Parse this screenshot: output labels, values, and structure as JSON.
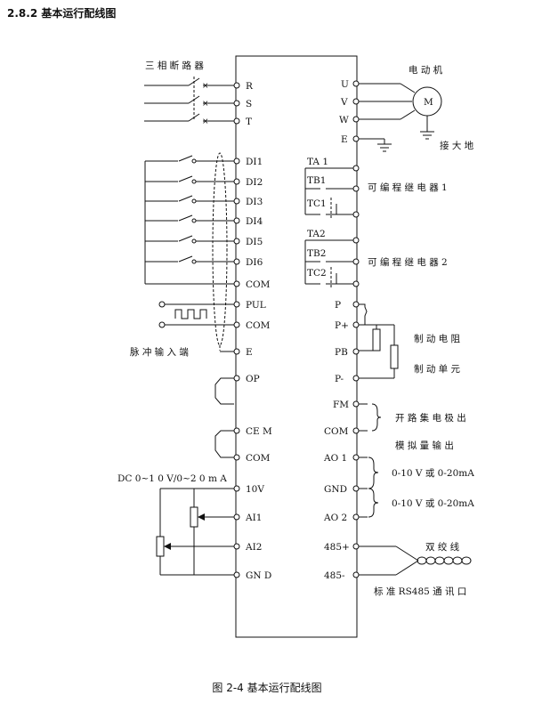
{
  "heading": "2.8.2 基本运行配线图",
  "caption": "图 2-4 基本运行配线图",
  "labels": {
    "breaker": "三 相 断 路 器",
    "motor_label": "电 动 机",
    "motor_symbol": "M",
    "ground": "接 大 地",
    "relay1": "可 编 程 继 电 器  1",
    "relay2": "可 编 程 继 电 器  2",
    "brake_resistor": "制 动 电 阻",
    "brake_unit": "制 动 单 元",
    "open_collector": "开 路 集 电 极 出",
    "analog_out": "模 拟 量 输 出",
    "ao1_range": "0-10 V 或  0-20mA",
    "ao2_range": "0-10 V 或  0-20mA",
    "twisted_pair": "双 绞 线",
    "rs485": "标  准  RS485  通 讯 口",
    "pulse_input": "脉 冲 输 入 端",
    "analog_supply": "DC 0~1 0 V/0~2 0 m A"
  },
  "left_terminals": [
    "R",
    "S",
    "T",
    "DI1",
    "DI2",
    "DI3",
    "DI4",
    "DI5",
    "DI6",
    "COM",
    "PUL",
    "COM",
    "E",
    "OP",
    "CE M",
    "COM",
    "10V",
    "AI1",
    "AI2",
    "GN D"
  ],
  "right_terminals": [
    "U",
    "V",
    "W",
    "E",
    "TA 1",
    "TB1",
    "TC1",
    "TA2",
    "TB2",
    "TC2",
    "P",
    "P+",
    "PB",
    "P-",
    "FM",
    "COM",
    "AO 1",
    "GND",
    "AO 2",
    "485+",
    "485-"
  ]
}
